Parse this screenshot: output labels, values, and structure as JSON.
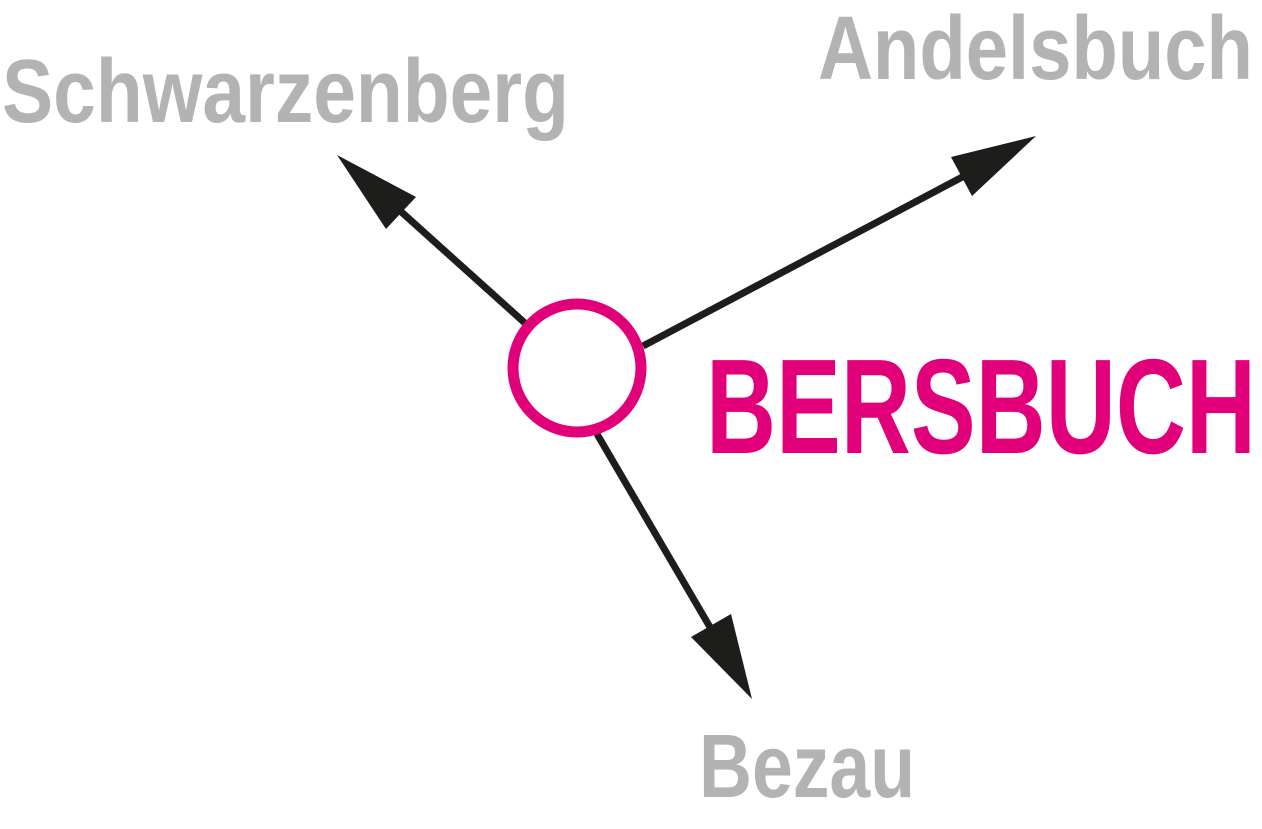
{
  "center": {
    "name": "BERSBUCH",
    "color": "#E2007A",
    "ring_color": "#E2007A"
  },
  "arrow_color": "#1D1D1B",
  "label_color": "#B3B3B3",
  "destinations": [
    {
      "name": "Schwarzenberg"
    },
    {
      "name": "Andelsbuch"
    },
    {
      "name": "Bezau"
    }
  ]
}
